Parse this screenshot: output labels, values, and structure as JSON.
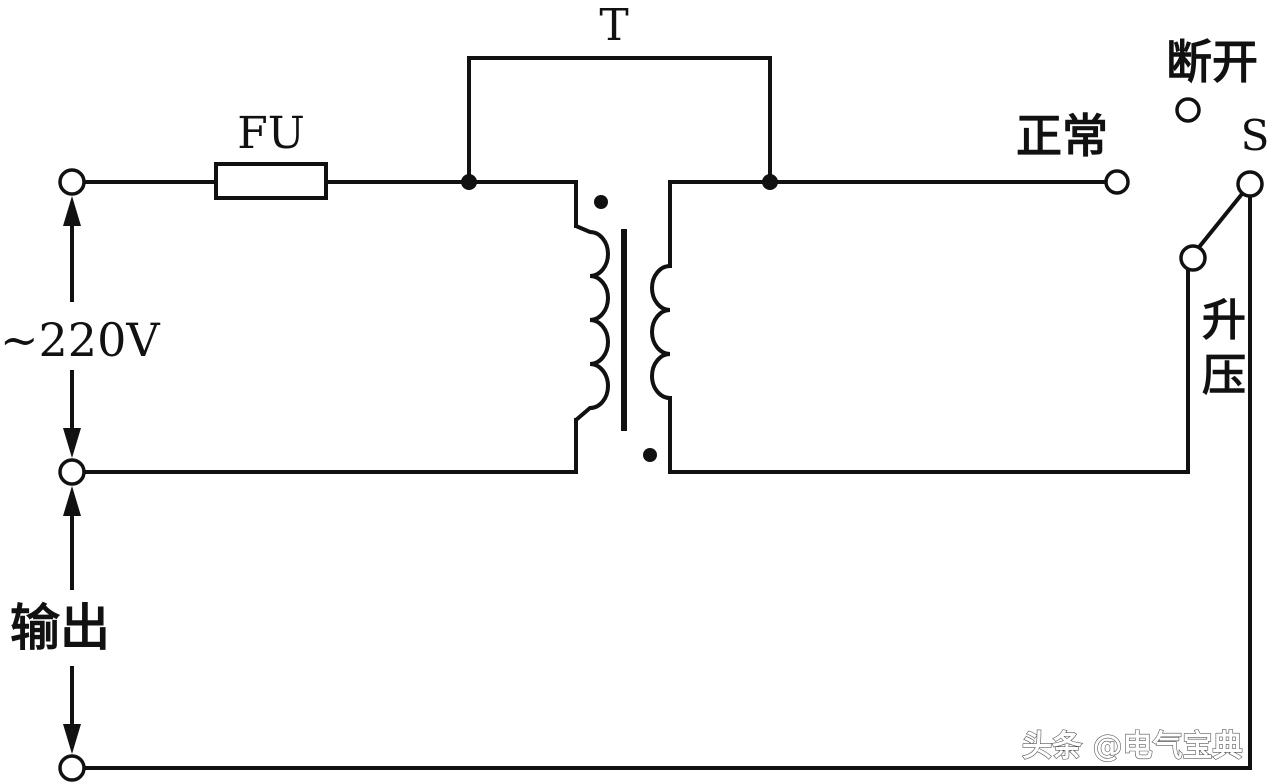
{
  "diagram": {
    "labels": {
      "transformer": "T",
      "fuse": "FU",
      "input_voltage": "~220V",
      "output": "输出",
      "switch": "S",
      "switch_off": "断开",
      "switch_normal": "正常",
      "switch_boost_top": "升",
      "switch_boost_bottom": "压"
    },
    "watermark": "头条 @电气宝典",
    "colors": {
      "line": "#111111",
      "background": "#ffffff"
    }
  }
}
